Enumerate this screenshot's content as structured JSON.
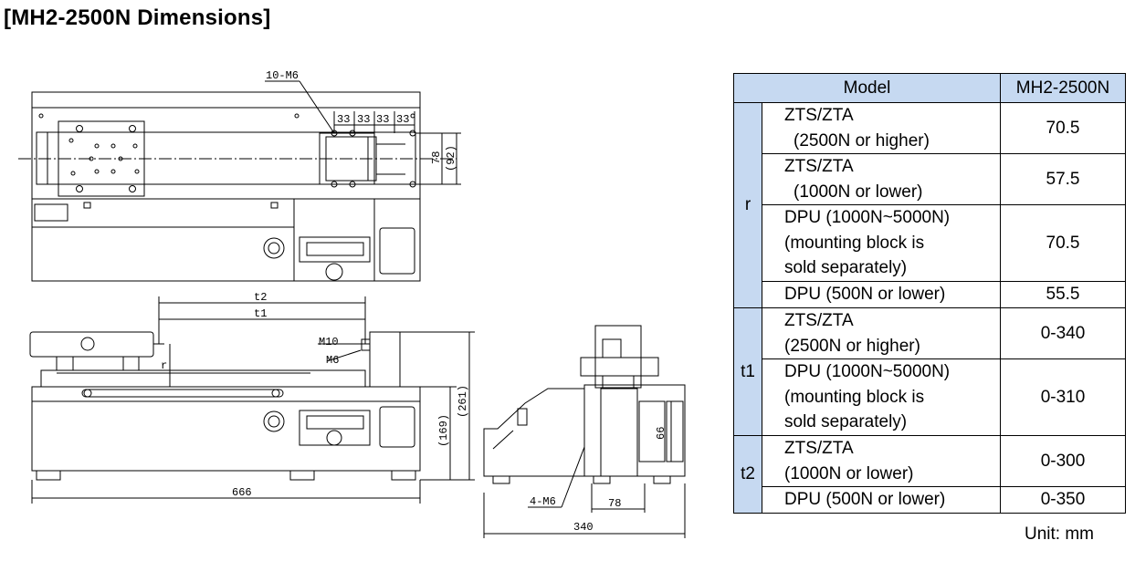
{
  "title": "[MH2-2500N Dimensions]",
  "drawing": {
    "labels": {
      "tapped_holes_top": "10-M6",
      "pitch": "33",
      "width_78": "78",
      "width_92": "(92)",
      "t2": "t2",
      "t1": "t1",
      "thread_m10": "M10",
      "thread_m6": "M6",
      "r": "r",
      "height_169": "(169)",
      "height_261": "(261)",
      "length_666": "666",
      "feet": "4-M6",
      "base_78": "78",
      "height_66": "66",
      "depth_340": "340"
    }
  },
  "table": {
    "headers": [
      "Model",
      "MH2-2500N"
    ],
    "groups": [
      {
        "param": "r",
        "rows": [
          {
            "lines": [
              "ZTS/ZTA",
              "(2500N or higher)"
            ],
            "value": "70.5"
          },
          {
            "lines": [
              "ZTS/ZTA",
              "(1000N or lower)"
            ],
            "value": "57.5"
          },
          {
            "lines": [
              "DPU (1000N~5000N)",
              "(mounting block is",
              "sold separately)"
            ],
            "value": "70.5"
          },
          {
            "lines": [
              "DPU (500N or lower)"
            ],
            "value": "55.5"
          }
        ]
      },
      {
        "param": "t1",
        "rows": [
          {
            "lines": [
              "ZTS/ZTA",
              "(2500N or higher)"
            ],
            "value": "0-340"
          },
          {
            "lines": [
              "DPU (1000N~5000N)",
              "(mounting block is",
              "sold separately)"
            ],
            "value": "0-310"
          }
        ]
      },
      {
        "param": "t2",
        "rows": [
          {
            "lines": [
              "ZTS/ZTA",
              "(1000N or lower)"
            ],
            "value": "0-300"
          },
          {
            "lines": [
              "DPU (500N or lower)"
            ],
            "value": "0-350"
          }
        ]
      }
    ],
    "unit": "Unit: mm"
  }
}
